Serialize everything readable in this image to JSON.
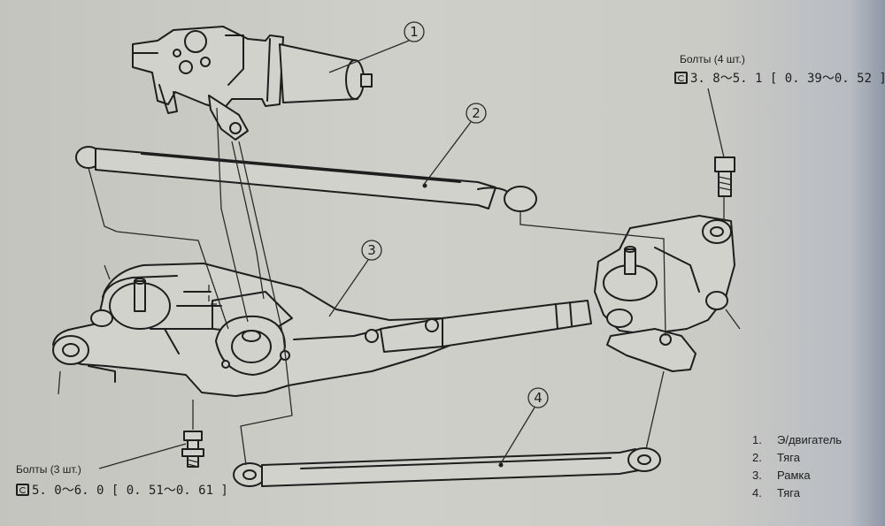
{
  "callouts": [
    "1",
    "2",
    "3",
    "4"
  ],
  "bolts_right": {
    "label": "Болты (4 шт.)",
    "torque": "3. 8～5. 1 [ 0. 39～0. 52 ]"
  },
  "bolts_left": {
    "label": "Болты (3 шт.)",
    "torque": "5. 0～6. 0 [ 0. 51～0. 61 ]"
  },
  "legend": [
    {
      "num": "1.",
      "text": "Э/двигатель"
    },
    {
      "num": "2.",
      "text": "Тяга"
    },
    {
      "num": "3.",
      "text": "Рамка"
    },
    {
      "num": "4.",
      "text": "Тяга"
    }
  ],
  "icons": {
    "torque": "torque-wrench-icon"
  }
}
